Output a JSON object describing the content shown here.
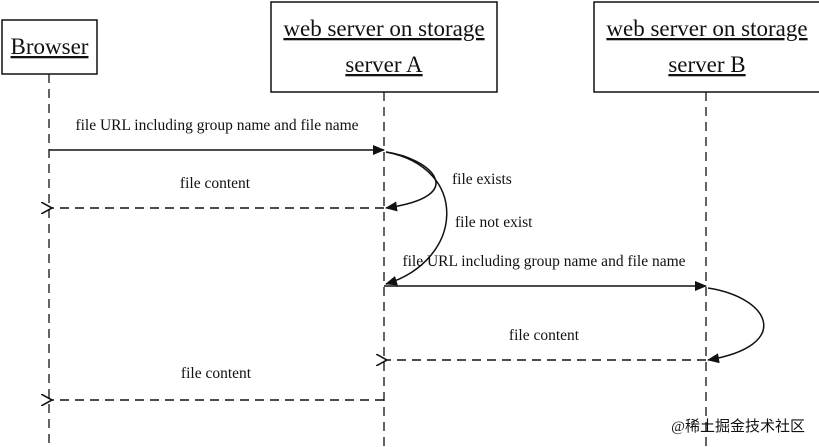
{
  "actors": {
    "browser": {
      "label": "Browser"
    },
    "server_a": {
      "line1": "web server on storage",
      "line2": "server A"
    },
    "server_b": {
      "line1": "web server on storage",
      "line2": "server B"
    }
  },
  "messages": [
    {
      "label": "file URL including group name and file name",
      "style": "solid"
    },
    {
      "label": "file content",
      "style": "dashed"
    },
    {
      "label": "file URL including group name and file name",
      "style": "solid"
    },
    {
      "label": "file content",
      "style": "dashed"
    },
    {
      "label": "file content",
      "style": "dashed"
    }
  ],
  "notes": {
    "file_exists": "file exists",
    "file_not_exist": "file not exist"
  },
  "watermark": "@稀土掘金技术社区",
  "colors": {
    "line": "#111111",
    "watermark": "#b0b0b0"
  }
}
